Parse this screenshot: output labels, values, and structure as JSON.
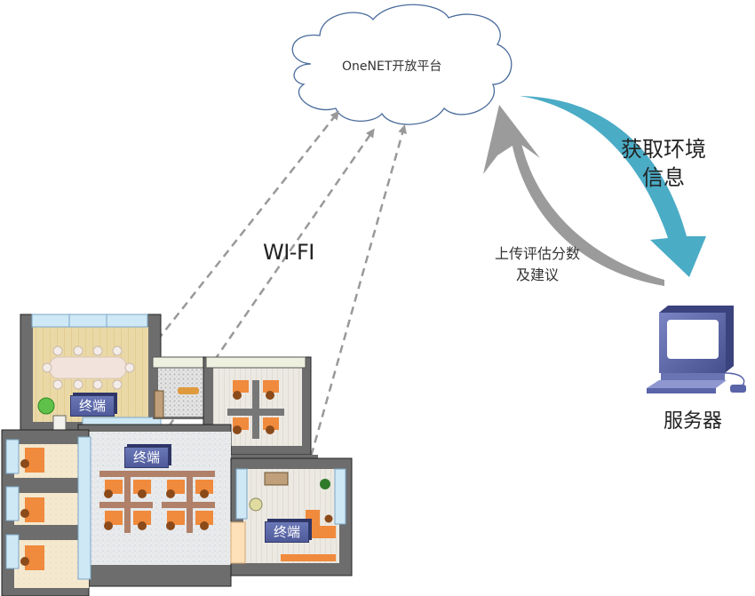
{
  "diagram": {
    "cloud": {
      "label": "OneNET开放平台",
      "icon": "cloud-icon"
    },
    "wireless_label": "WI-FI",
    "arrows": {
      "download": {
        "label_line1": "获取环境",
        "label_line2": "信息",
        "color": "#4bacc6"
      },
      "upload": {
        "label_line1": "上传评估分数",
        "label_line2": "及建议",
        "color": "#9b9b9b"
      }
    },
    "server": {
      "label": "服务器",
      "icon": "computer-icon",
      "color": "#5a64a8"
    },
    "terminals": [
      {
        "label": "终端",
        "room": "conference-room"
      },
      {
        "label": "终端",
        "room": "open-office"
      },
      {
        "label": "终端",
        "room": "manager-office"
      }
    ],
    "floor_plan": {
      "icon": "floor-plan-icon"
    }
  }
}
